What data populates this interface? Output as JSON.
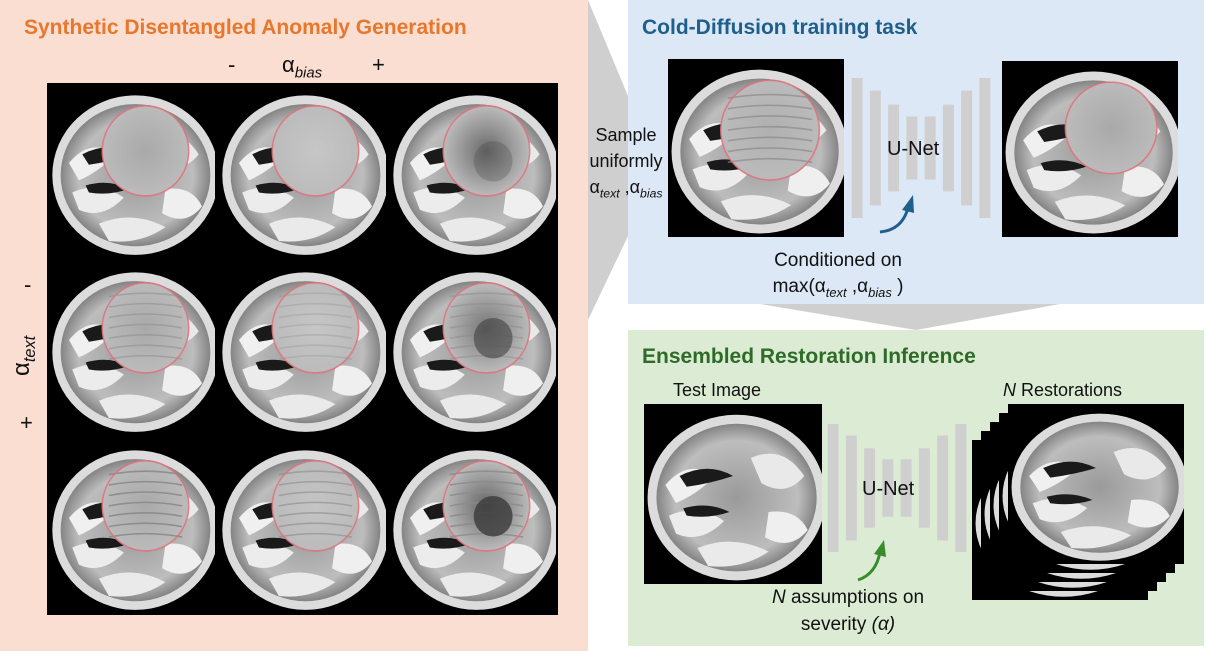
{
  "panels": {
    "left_title": "Synthetic Disentangled Anomaly Generation",
    "top_title": "Cold-Diffusion training task",
    "bottom_title": "Ensembled Restoration Inference"
  },
  "left": {
    "bias_minus": "-",
    "bias_symbol": "α",
    "bias_sub": "bias",
    "bias_plus": "+",
    "text_minus": "-",
    "text_symbol": "α",
    "text_sub": "text",
    "text_plus": "+"
  },
  "middle": {
    "sample_line1": "Sample",
    "sample_line2": "uniformly",
    "sample_a1": "α",
    "sample_s1": "text",
    "sample_sep": " ,",
    "sample_a2": "α",
    "sample_s2": "bias"
  },
  "training": {
    "unet_label": "U-Net",
    "cond_line1": "Conditioned on",
    "cond_prefix": "max(α",
    "cond_s1": "text",
    "cond_mid": " ,α",
    "cond_s2": "bias",
    "cond_suffix": " )"
  },
  "inference": {
    "test_image_label": "Test Image",
    "restorations_n": "N",
    "restorations_label": " Restorations",
    "unet_label": "U-Net",
    "assump_n": "N",
    "assump_text": " assumptions on",
    "severity_text": "severity ",
    "severity_alpha": "(α)"
  },
  "colors": {
    "left_bg": "#f9ded1",
    "top_bg": "#dce8f5",
    "bottom_bg": "#dcecd4",
    "orange_title": "#e8772e",
    "blue_title": "#1f5f8b",
    "green_title": "#2f6b28",
    "unet_bar": "#cfcfcf",
    "anomaly_circle": "#e0707a",
    "blue_arrow": "#1f5f8b",
    "green_arrow": "#3a8a2e"
  }
}
